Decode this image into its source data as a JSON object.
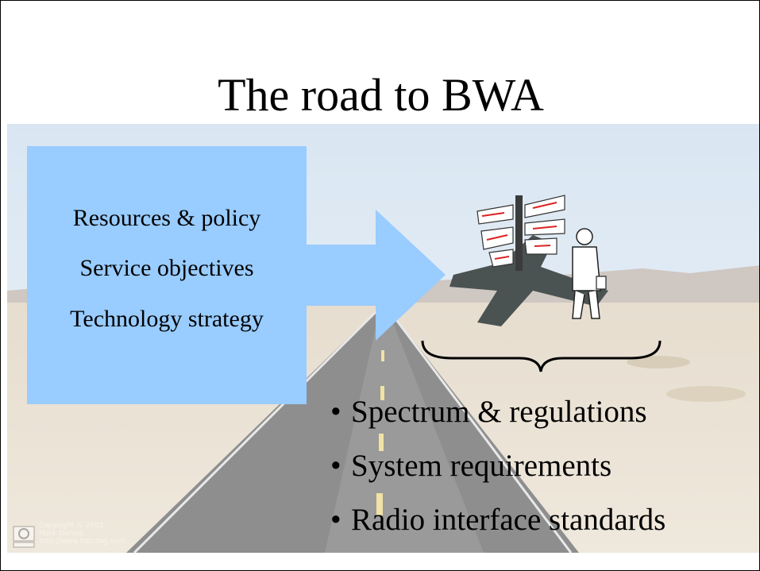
{
  "slide": {
    "title": "The road to BWA",
    "left_items": [
      "Resources & policy",
      "Service objectives",
      "Technology strategy"
    ],
    "bullets": [
      "Spectrum & regulations",
      "System requirements",
      "Radio interface standards"
    ],
    "bullet_symbol": "•"
  },
  "colors": {
    "box": "#99ccff",
    "sky": "#dfe9f3",
    "road": "#8b8b8b"
  },
  "icons": [
    "signpost-person-clipart",
    "curly-brace",
    "camera-watermark-logo"
  ],
  "watermark": {
    "lines": [
      "Copyright © 2002",
      "Mark Dennis",
      "http://www.hdcrtog.com"
    ]
  }
}
